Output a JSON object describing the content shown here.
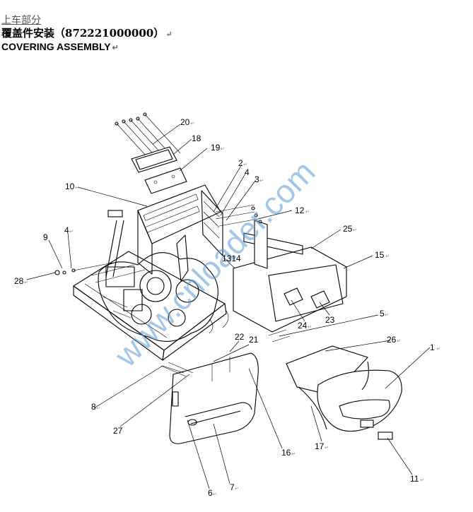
{
  "header": {
    "section": "上车部分",
    "title_cn": "覆盖件安装（872221000000）",
    "title_en": "COVERING ASSEMBLY"
  },
  "watermark": "www.cnloader.com",
  "callouts": [
    "1",
    "2",
    "3",
    "4",
    "4",
    "5",
    "6",
    "7",
    "8",
    "9",
    "10",
    "11",
    "12",
    "1314",
    "15",
    "16",
    "17",
    "18",
    "19",
    "20",
    "21",
    "22",
    "23",
    "24",
    "25",
    "26",
    "27",
    "28"
  ]
}
